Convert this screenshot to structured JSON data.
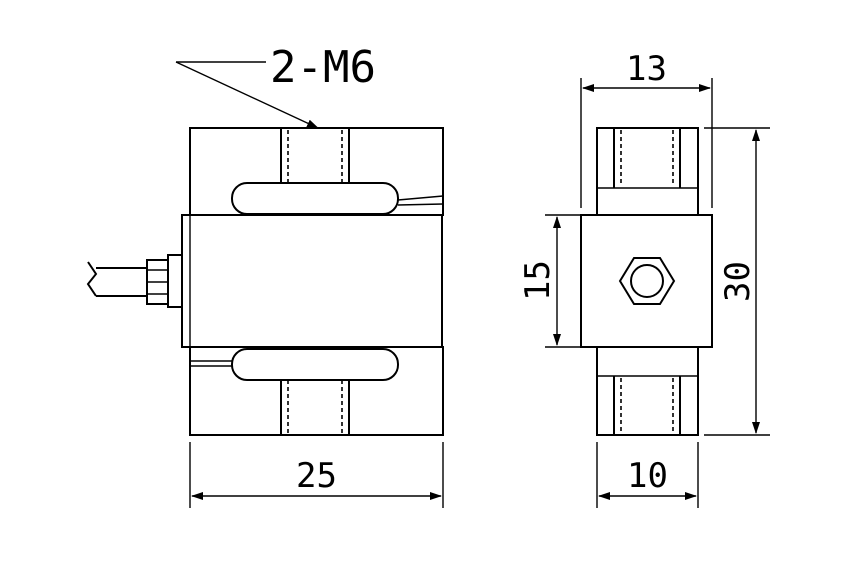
{
  "callout": {
    "thread_label": "2-M6"
  },
  "front_view": {
    "width_label": "25"
  },
  "side_view": {
    "top_width_label": "13",
    "bottom_width_label": "10",
    "center_height_label": "15",
    "total_height_label": "30"
  },
  "colors": {
    "line": "#000000",
    "background": "#ffffff"
  }
}
